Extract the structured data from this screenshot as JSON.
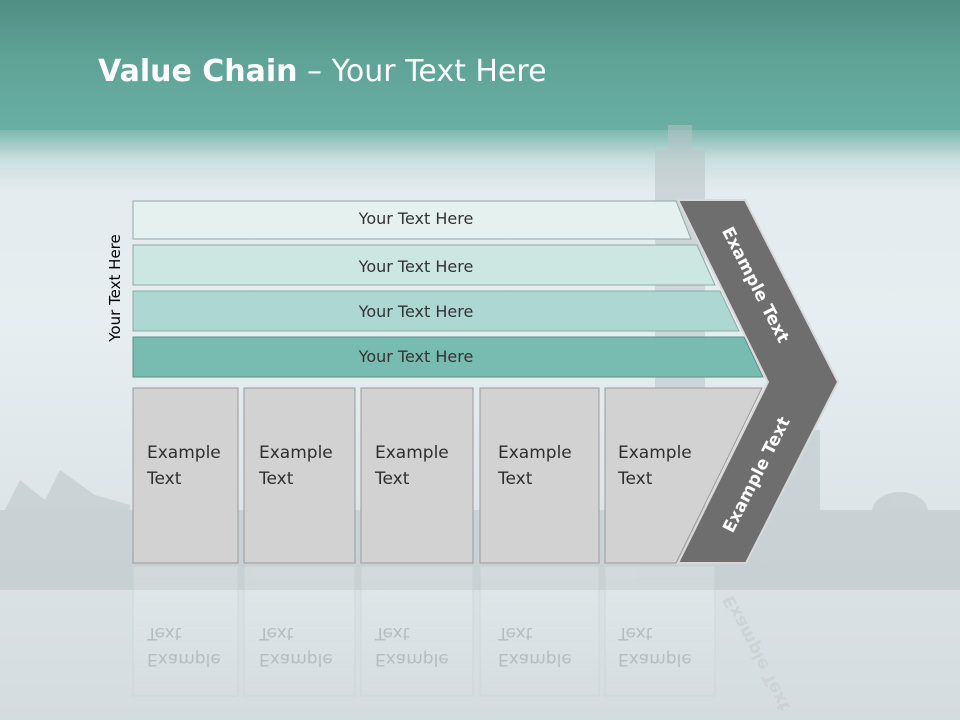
{
  "slide": {
    "title_bold": "Value Chain",
    "title_rest": " – Your Text Here",
    "vertical_label": "Your Text Here",
    "bars": [
      {
        "label": "Your Text Here",
        "color": "#e4f1ef"
      },
      {
        "label": "Your Text Here",
        "color": "#cce6e2"
      },
      {
        "label": "Your Text Here",
        "color": "#acd8d1"
      },
      {
        "label": "Your Text Here",
        "color": "#78bbb1"
      }
    ],
    "boxes": [
      {
        "line1": "Example",
        "line2": "Text"
      },
      {
        "line1": "Example",
        "line2": "Text"
      },
      {
        "line1": "Example",
        "line2": "Text"
      },
      {
        "line1": "Example",
        "line2": "Text"
      },
      {
        "line1": "Example",
        "line2": "Text"
      }
    ],
    "chevron_top": "Example Text",
    "chevron_bottom": "Example Text",
    "colors": {
      "header": "#5fa397",
      "chevron": "#6e6e6e",
      "box": "#d2d2d2"
    }
  }
}
